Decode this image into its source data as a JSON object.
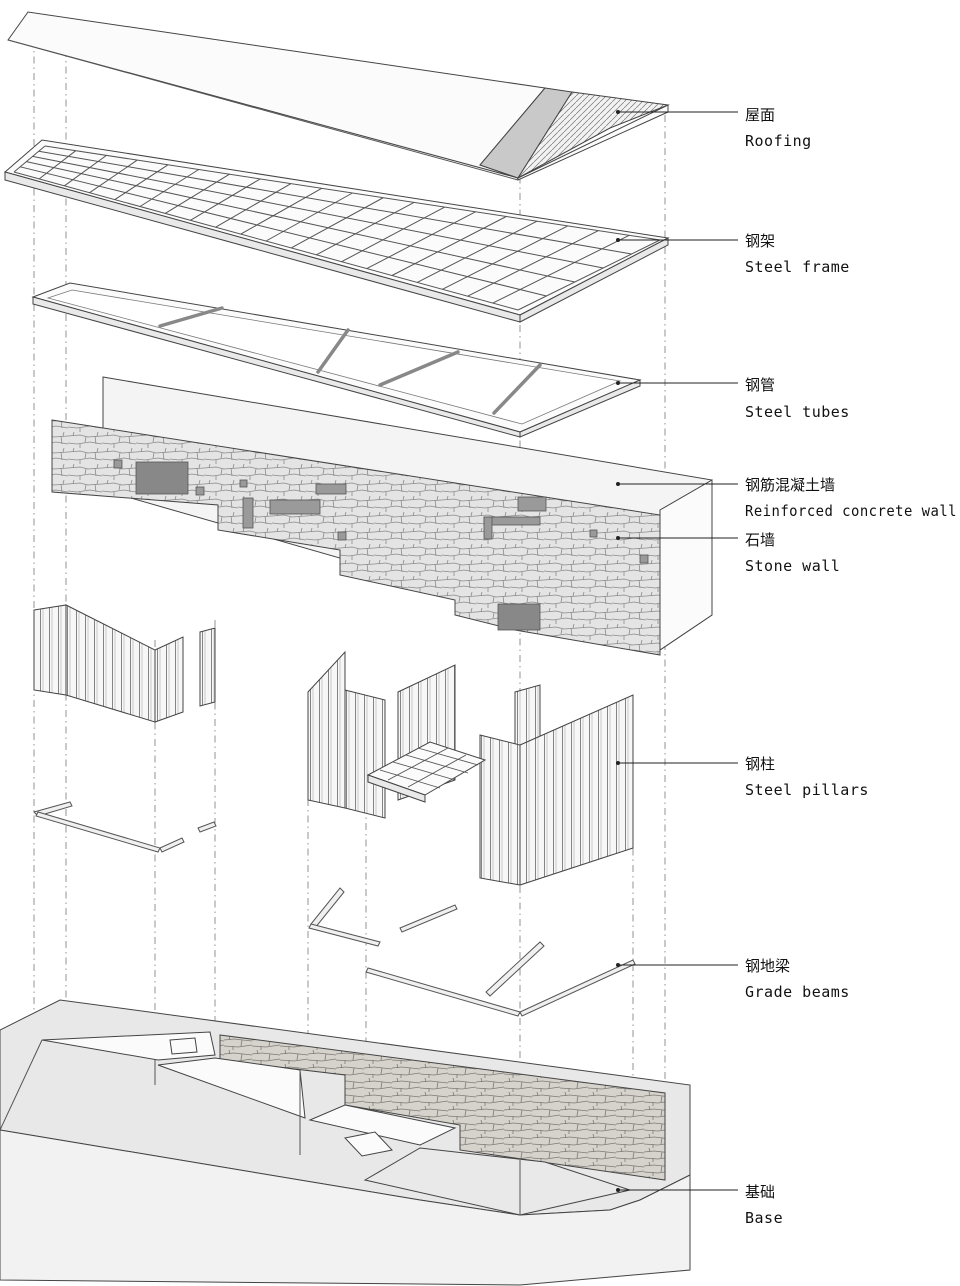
{
  "labels": [
    {
      "id": "roofing",
      "zh": "屋面",
      "en": "Roofing"
    },
    {
      "id": "steel-frame",
      "zh": "钢架",
      "en": "Steel frame"
    },
    {
      "id": "steel-tubes",
      "zh": "钢管",
      "en": "Steel tubes"
    },
    {
      "id": "rc-wall",
      "zh": "钢筋混凝土墙",
      "en": "Reinforced concrete wall"
    },
    {
      "id": "stone-wall",
      "zh": "石墙",
      "en": "Stone wall"
    },
    {
      "id": "steel-pillars",
      "zh": "钢柱",
      "en": "Steel pillars"
    },
    {
      "id": "grade-beams",
      "zh": "钢地梁",
      "en": "Grade beams"
    },
    {
      "id": "base",
      "zh": "基础",
      "en": "Base"
    }
  ],
  "colors": {
    "stroke": "#444444",
    "stone": "#d8d8d8",
    "wall_face": "#f2f2f2",
    "base_face": "#e6e6e6"
  }
}
